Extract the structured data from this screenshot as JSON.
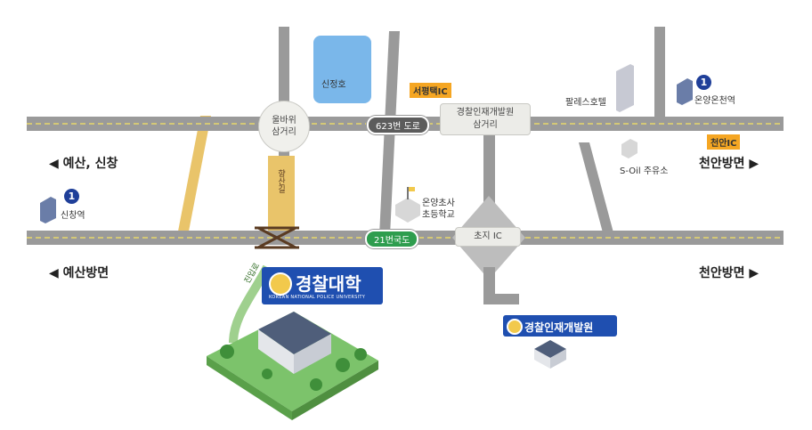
{
  "landmarks": {
    "lake": "신정호",
    "ulbawi": "울바위\n삼거리",
    "center_junction": "경찰인재개발원\n삼거리",
    "choji_ic": "초지 IC",
    "palace_hotel": "팔레스호텔",
    "onyang_oncheon": "온양온천역",
    "sinchang": "신창역",
    "soil": "S-Oil 주유소",
    "onyang_school": "온양초사\n초등학교",
    "hyangsan": "향산길",
    "entry": "진입로"
  },
  "road_badges": {
    "route623": "623번 도로",
    "route21": "21번국도",
    "seopyeongtaek_ic": "서평택IC",
    "cheonan_ic": "천안IC",
    "subway_num": "1"
  },
  "directions": {
    "left_upper": "◀ 예산, 신창",
    "left_lower": "◀ 예산방면",
    "right_upper": "천안방면 ▶",
    "right_lower": "천안방면 ▶"
  },
  "institutions": {
    "police_university": "경찰대학",
    "police_university_en": "KOREAN NATIONAL POLICE UNIVERSITY",
    "police_training": "경찰인재개발원"
  },
  "colors": {
    "road": "#9a9a9a",
    "road_center": "#e8d86a",
    "lake": "#7ab7ea",
    "police_blue": "#1f4fb0",
    "route21_green": "#2e9d4e",
    "route623_gray": "#5c5c5c",
    "ic_orange": "#f5a623",
    "hyangsan_yellow": "#e9c46a",
    "grass": "#7cc36b"
  }
}
